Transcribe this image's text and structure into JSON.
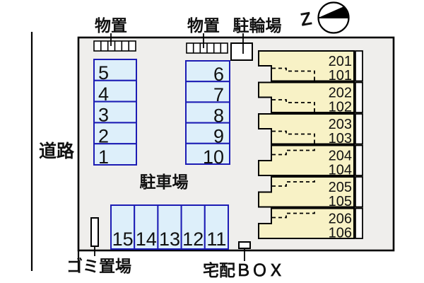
{
  "labels": {
    "road": "道路",
    "parking_lot": "駐車場",
    "storage_1": "物置",
    "storage_2": "物置",
    "bicycle_parking": "駐輪場",
    "garbage_area": "ゴミ置場",
    "delivery_box": "宅配ＢＯＸ",
    "compass_letter": "Z"
  },
  "parking": {
    "left_column_spaces": [
      "5",
      "4",
      "3",
      "2",
      "1"
    ],
    "middle_column_spaces": [
      "6",
      "7",
      "8",
      "9",
      "10"
    ],
    "bottom_row_spaces": [
      "15",
      "14",
      "13",
      "12",
      "11"
    ]
  },
  "building_units": [
    {
      "upper_room": "201",
      "lower_room": "101"
    },
    {
      "upper_room": "202",
      "lower_room": "102"
    },
    {
      "upper_room": "203",
      "lower_room": "103"
    },
    {
      "upper_room": "204",
      "lower_room": "104"
    },
    {
      "upper_room": "205",
      "lower_room": "105"
    },
    {
      "upper_room": "206",
      "lower_room": "106"
    }
  ],
  "colors": {
    "background": "#ffffff",
    "site_fill": "#efeeec",
    "parking_space_fill": "#ddeffa",
    "parking_space_border": "#1c1cb4",
    "unit_fill": "#f8f2c6",
    "outline": "#000000"
  }
}
